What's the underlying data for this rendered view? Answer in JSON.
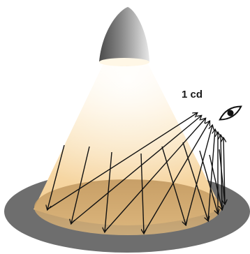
{
  "figure": {
    "intensity_label": "1 cd"
  },
  "colors": {
    "background": "#ffffff",
    "floor": "#6e6e6e",
    "illuminated_floor": "#c8a068",
    "beam_bright": "#fffaf0",
    "beam_warm": "#f2c98a",
    "lamp_dark": "#4a4a4a",
    "lamp_light": "#e8e8e8",
    "arrow": "#111111",
    "eye": "#111111"
  },
  "icons": [
    "lamp-shade-icon",
    "eye-icon"
  ],
  "rays": {
    "downward_count": 9,
    "reflected_count": 9
  }
}
